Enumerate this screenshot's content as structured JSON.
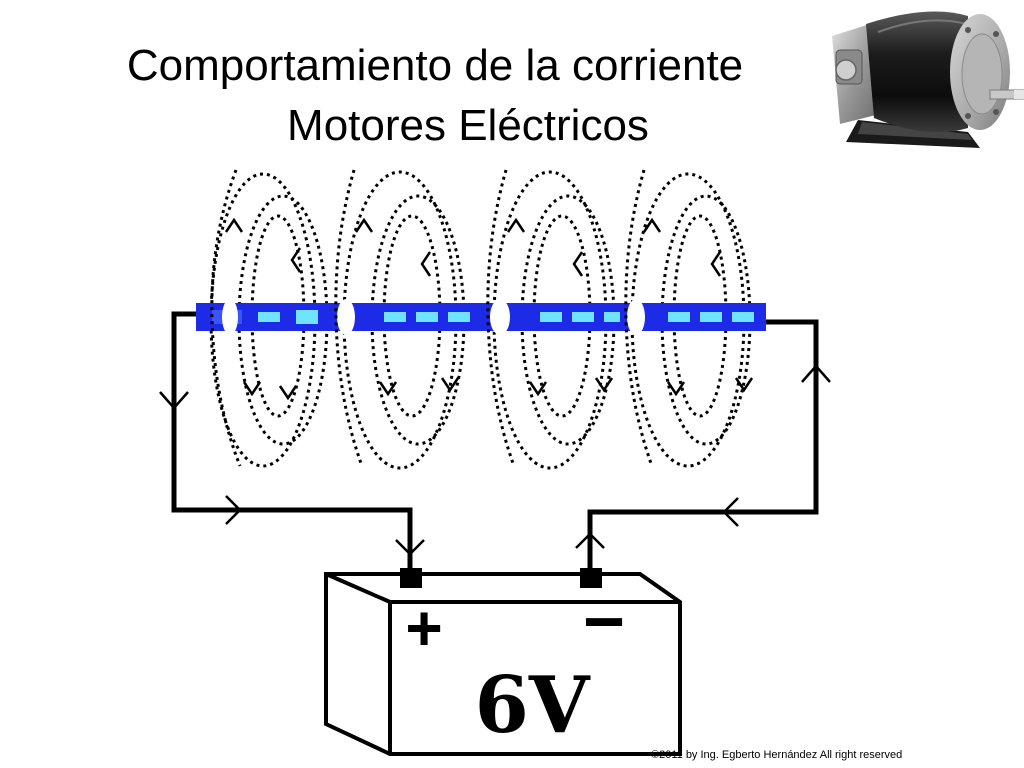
{
  "slide": {
    "title_line1": "Comportamiento de la corriente",
    "title_line2": "Motores Eléctricos",
    "copyright": "©2011 by Ing. Egberto Hernández All right reserved"
  },
  "diagram": {
    "battery_voltage": "6V",
    "positive_terminal": "+",
    "negative_terminal": "−",
    "coil_count": 4,
    "colors": {
      "conductor": "#1e2be6",
      "conductor_highlight": "#6fe3ff",
      "wire": "#000000",
      "field_lines": "#000000"
    },
    "icons": {
      "motor_photo": "electric-motor-icon",
      "current_arrow": "arrow-icon"
    }
  }
}
